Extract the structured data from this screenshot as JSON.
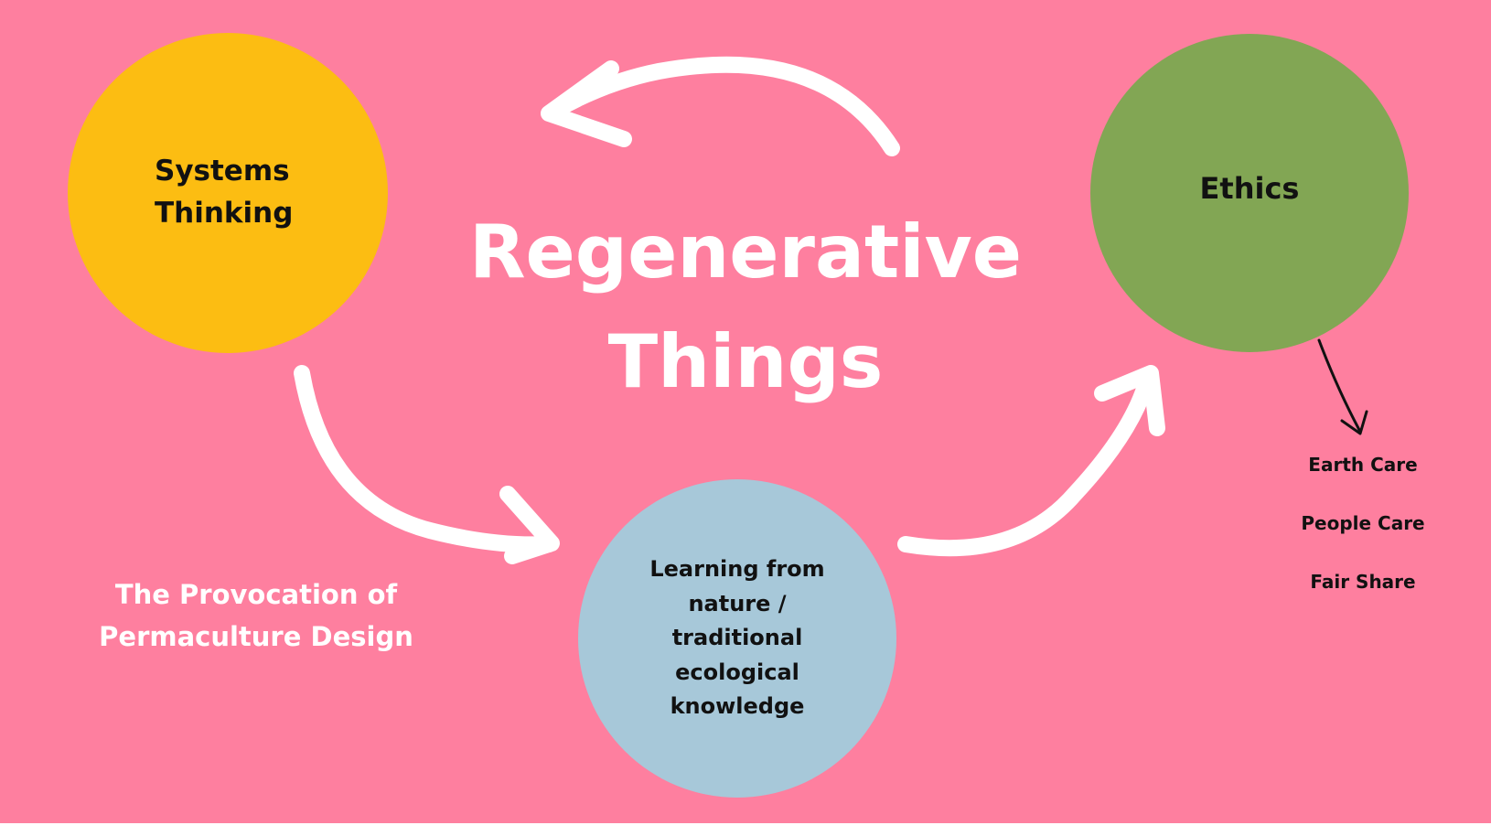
{
  "title": {
    "line1": "Regenerative",
    "line2": "Things"
  },
  "subtitle": {
    "line1": "The Provocation of",
    "line2": "Permaculture Design"
  },
  "nodes": {
    "systems_thinking": {
      "line1": "Systems",
      "line2": "Thinking",
      "color": "#fcbd12"
    },
    "ethics": {
      "label": "Ethics",
      "color": "#82a654"
    },
    "learning": {
      "lines": [
        "Learning from",
        "nature /",
        "traditional",
        "ecological",
        "knowledge"
      ],
      "color": "#a7c8d9"
    }
  },
  "ethics_principles": [
    "Earth Care",
    "People Care",
    "Fair Share"
  ],
  "colors": {
    "background": "#fe7f9f",
    "arrow": "#ffffff",
    "title_text": "#ffffff",
    "dark_text": "#111111"
  }
}
